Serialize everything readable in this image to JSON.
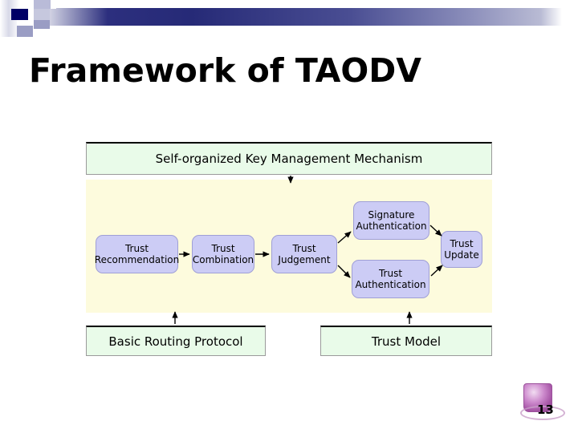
{
  "slide": {
    "title": "Framework of TAODV",
    "page_number": "13",
    "logo_name": "university-seal-logo"
  },
  "theme": {
    "band_navy": "#000066",
    "band_gradient_start": "#2c2f7e",
    "green_layer_bg": "#e9fbe9",
    "yellow_layer_bg": "#fdfbdd",
    "node_bg": "#ccccf5",
    "node_border": "#9f9fd6",
    "text": "#000000"
  },
  "diagram": {
    "type": "layered-block-diagram",
    "top_layer": {
      "label": "Self-organized Key Management Mechanism"
    },
    "middle_layer": {
      "nodes": [
        {
          "id": "trust-recommendation",
          "line1": "Trust",
          "line2": "Recommendation"
        },
        {
          "id": "trust-combination",
          "line1": "Trust",
          "line2": "Combination"
        },
        {
          "id": "trust-judgement",
          "line1": "Trust",
          "line2": "Judgement"
        },
        {
          "id": "signature-authentication",
          "line1": "Signature",
          "line2": "Authentication"
        },
        {
          "id": "trust-authentication",
          "line1": "Trust",
          "line2": "Authentication"
        },
        {
          "id": "trust-update",
          "line1": "Trust",
          "line2": "Update"
        }
      ],
      "edges": [
        {
          "from": "self-organized-key-management-mechanism",
          "to": "middle-layer",
          "direction": "down"
        },
        {
          "from": "trust-recommendation",
          "to": "trust-combination",
          "direction": "right"
        },
        {
          "from": "trust-combination",
          "to": "trust-judgement",
          "direction": "right"
        },
        {
          "from": "trust-judgement",
          "to": "signature-authentication",
          "direction": "up-right"
        },
        {
          "from": "trust-judgement",
          "to": "trust-authentication",
          "direction": "down-right"
        },
        {
          "from": "signature-authentication",
          "to": "trust-update",
          "direction": "down-right"
        },
        {
          "from": "trust-authentication",
          "to": "trust-update",
          "direction": "up-right"
        },
        {
          "from": "basic-routing-protocol",
          "to": "middle-layer",
          "direction": "up"
        },
        {
          "from": "trust-model",
          "to": "middle-layer",
          "direction": "up"
        }
      ]
    },
    "bottom_layer": {
      "blocks": [
        {
          "id": "basic-routing-protocol",
          "label": "Basic Routing Protocol"
        },
        {
          "id": "trust-model",
          "label": "Trust Model"
        }
      ]
    }
  }
}
